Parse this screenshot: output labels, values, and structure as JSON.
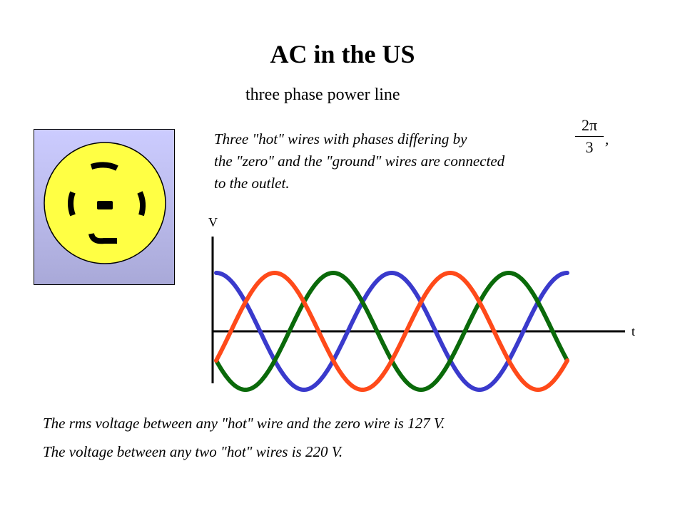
{
  "slide": {
    "title": "AC in the US",
    "subtitle": "three phase power line"
  },
  "description": {
    "line1": "Three \"hot\" wires with phases differing by",
    "line2": "the \"zero\" and the \"ground\" wires are connected",
    "line3": "to the outlet.",
    "phase_numerator": "2π",
    "phase_denominator": "3",
    "comma": ","
  },
  "graph": {
    "y_axis_label": "V",
    "x_axis_label": "t",
    "waves": [
      {
        "name": "blue",
        "color": "#3a3acc",
        "phase_offset_deg": 90
      },
      {
        "name": "red",
        "color": "#ff4a1a",
        "phase_offset_deg": -30
      },
      {
        "name": "green",
        "color": "#0a6a0a",
        "phase_offset_deg": -150
      }
    ]
  },
  "outlet": {
    "face_color": "#ffff44",
    "panel_color": "#ccccff"
  },
  "footer": {
    "rms_line": "The rms voltage between any \"hot\" wire and the zero wire is 127 V.",
    "voltage_line": "The voltage between any two \"hot\" wires is 220 V."
  }
}
